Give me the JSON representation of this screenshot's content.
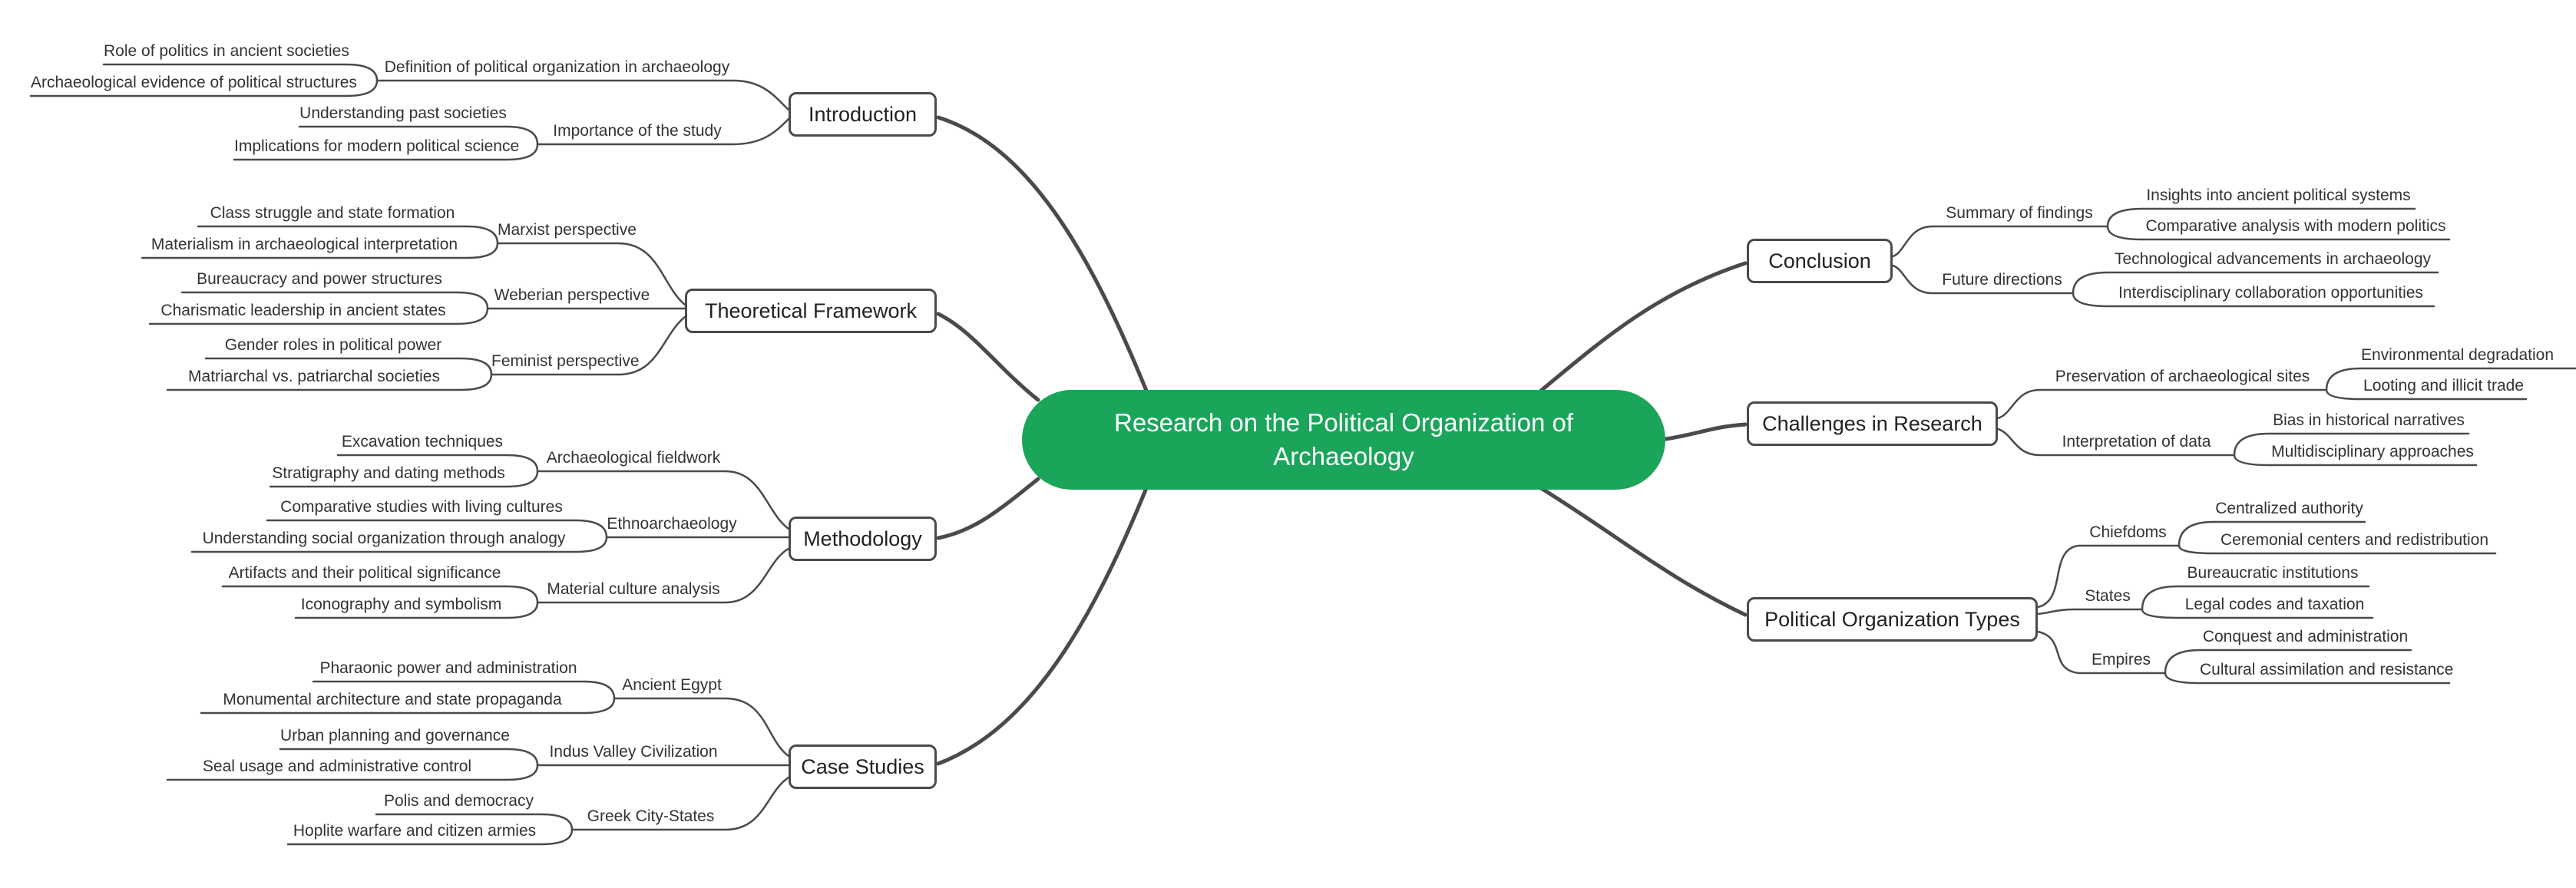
{
  "colors": {
    "root_fill": "#1aa55a",
    "root_text": "#ffffff",
    "link": "#4a4a4a",
    "node_border": "#4a4a4a",
    "node_bg": "#ffffff",
    "label_text": "#333333"
  },
  "tree": {
    "label": "Research on the Political Organization of Archaeology",
    "children": [
      {
        "label": "Introduction",
        "children": [
          {
            "label": "Definition of political organization in archaeology",
            "children": [
              {
                "label": "Role of politics in ancient societies"
              },
              {
                "label": "Archaeological evidence of political structures"
              }
            ]
          },
          {
            "label": "Importance of the study",
            "children": [
              {
                "label": "Understanding past societies"
              },
              {
                "label": "Implications for modern political science"
              }
            ]
          }
        ]
      },
      {
        "label": "Theoretical Framework",
        "children": [
          {
            "label": "Marxist perspective",
            "children": [
              {
                "label": "Class struggle and state formation"
              },
              {
                "label": "Materialism in archaeological interpretation"
              }
            ]
          },
          {
            "label": "Weberian perspective",
            "children": [
              {
                "label": "Bureaucracy and power structures"
              },
              {
                "label": "Charismatic leadership in ancient states"
              }
            ]
          },
          {
            "label": "Feminist perspective",
            "children": [
              {
                "label": "Gender roles in political power"
              },
              {
                "label": "Matriarchal vs. patriarchal societies"
              }
            ]
          }
        ]
      },
      {
        "label": "Methodology",
        "children": [
          {
            "label": "Archaeological fieldwork",
            "children": [
              {
                "label": "Excavation techniques"
              },
              {
                "label": "Stratigraphy and dating methods"
              }
            ]
          },
          {
            "label": "Ethnoarchaeology",
            "children": [
              {
                "label": "Comparative studies with living cultures"
              },
              {
                "label": "Understanding social organization through analogy"
              }
            ]
          },
          {
            "label": "Material culture analysis",
            "children": [
              {
                "label": "Artifacts and their political significance"
              },
              {
                "label": "Iconography and symbolism"
              }
            ]
          }
        ]
      },
      {
        "label": "Case Studies",
        "children": [
          {
            "label": "Ancient Egypt",
            "children": [
              {
                "label": "Pharaonic power and administration"
              },
              {
                "label": "Monumental architecture and state propaganda"
              }
            ]
          },
          {
            "label": "Indus Valley Civilization",
            "children": [
              {
                "label": "Urban planning and governance"
              },
              {
                "label": "Seal usage and administrative control"
              }
            ]
          },
          {
            "label": "Greek City-States",
            "children": [
              {
                "label": "Polis and democracy"
              },
              {
                "label": "Hoplite warfare and citizen armies"
              }
            ]
          }
        ]
      },
      {
        "label": "Conclusion",
        "children": [
          {
            "label": "Summary of findings",
            "children": [
              {
                "label": "Insights into ancient political systems"
              },
              {
                "label": "Comparative analysis with modern politics"
              }
            ]
          },
          {
            "label": "Future directions",
            "children": [
              {
                "label": "Technological advancements in archaeology"
              },
              {
                "label": "Interdisciplinary collaboration opportunities"
              }
            ]
          }
        ]
      },
      {
        "label": "Challenges in Research",
        "children": [
          {
            "label": "Preservation of archaeological sites",
            "children": [
              {
                "label": "Environmental degradation"
              },
              {
                "label": "Looting and illicit trade"
              }
            ]
          },
          {
            "label": "Interpretation of data",
            "children": [
              {
                "label": "Bias in historical narratives"
              },
              {
                "label": "Multidisciplinary approaches"
              }
            ]
          }
        ]
      },
      {
        "label": "Political Organization Types",
        "children": [
          {
            "label": "Chiefdoms",
            "children": [
              {
                "label": "Centralized authority"
              },
              {
                "label": "Ceremonial centers and redistribution"
              }
            ]
          },
          {
            "label": "States",
            "children": [
              {
                "label": "Bureaucratic institutions"
              },
              {
                "label": "Legal codes and taxation"
              }
            ]
          },
          {
            "label": "Empires",
            "children": [
              {
                "label": "Conquest and administration"
              },
              {
                "label": "Cultural assimilation and resistance"
              }
            ]
          }
        ]
      }
    ]
  }
}
